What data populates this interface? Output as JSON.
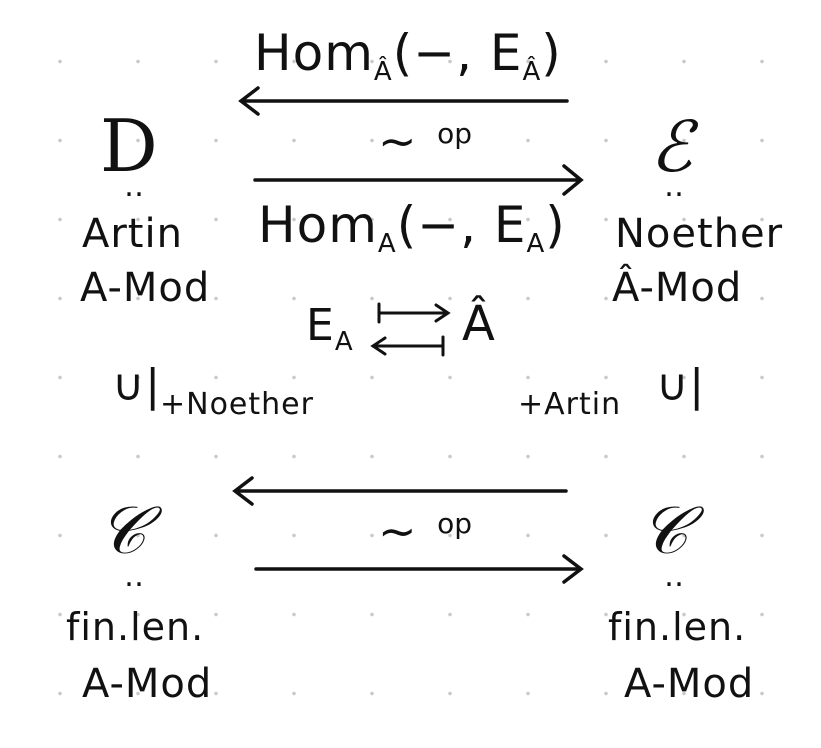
{
  "objects": {
    "D": {
      "symbol": "D",
      "line1": "Artin",
      "line2": "A-Mod"
    },
    "E": {
      "symbol": "ℰ",
      "line1": "Noether",
      "line2": "Â-Mod"
    },
    "C_left": {
      "symbol": "𝒞",
      "line1": "fin.len.",
      "line2": "A-Mod"
    },
    "C_right": {
      "symbol": "𝒞",
      "line1": "fin.len.",
      "line2": "A-Mod"
    }
  },
  "arrows": {
    "top_left_label": "Hom",
    "top_left_sub": "Â",
    "top_left_args": "(−, E",
    "top_left_args_sub": "Â",
    "top_left_close": ")",
    "top_equiv": "∼",
    "top_op": "op",
    "top_right_label": "Hom",
    "top_right_sub": "A",
    "top_right_args": "(−, E",
    "top_right_args_sub": "A",
    "top_right_close": ")",
    "bottom_equiv": "∼",
    "bottom_op": "op"
  },
  "middle": {
    "ea": "E",
    "ea_sub": "A",
    "ahat": "Â"
  },
  "inclusions": {
    "left_symbol": "∪|",
    "left_label": "+Noether",
    "right_symbol": "∪|",
    "right_label": "+Artin"
  },
  "such_that": "‥"
}
